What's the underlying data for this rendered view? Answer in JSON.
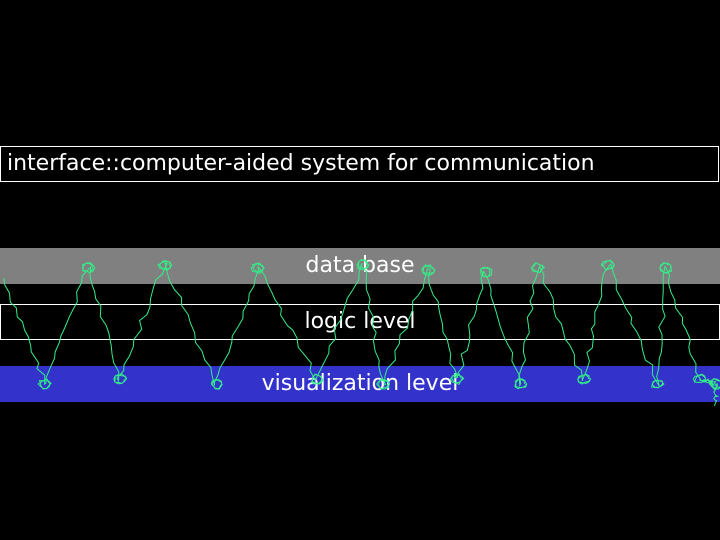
{
  "title": "interface::computer-aided system for communication",
  "layers": {
    "data_base": "data base",
    "logic": "logic level",
    "visualization": "visualization level"
  },
  "colors": {
    "background": "#000000",
    "data_base_band": "#808080",
    "visualization_band": "#3333cc",
    "trace": "#33ee88",
    "text": "#ffffff"
  }
}
